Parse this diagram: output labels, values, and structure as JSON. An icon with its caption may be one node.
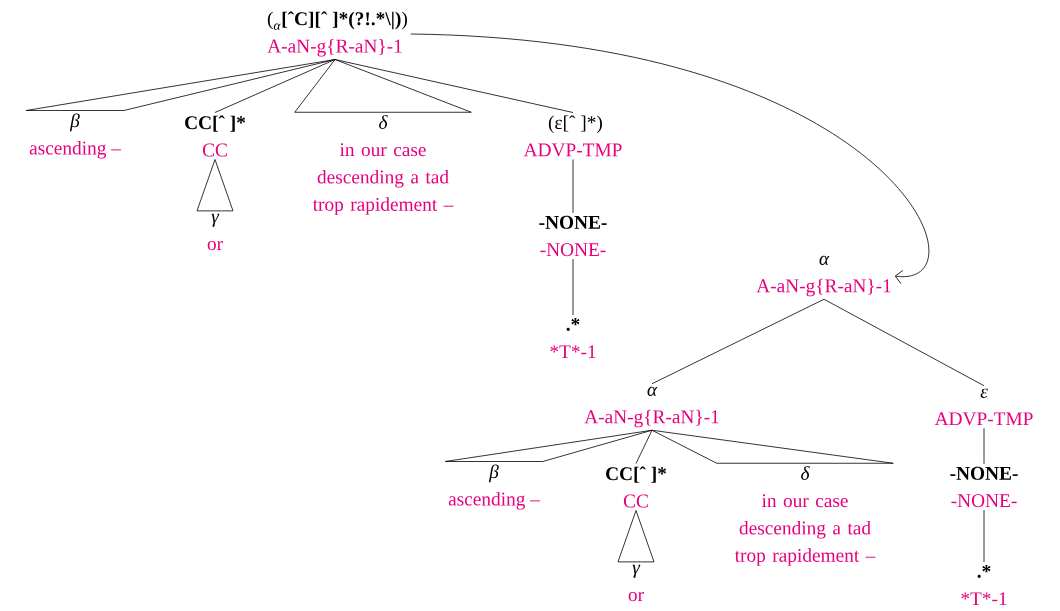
{
  "diagram": {
    "nodes": [
      {
        "text": [
          "\\text{(}_{\\text{\\itshape α}}\\text{\\bfseries [ˆC][ˆ ]*(?!.*\\textbackslash|)}\\text{)}",
          "A-aN-g{R-aN}-1"
        ]
      },
      {
        "text": [
          "β",
          "ascending –"
        ]
      },
      {
        "text": [
          "CC[ˆ ]*",
          "CC"
        ]
      },
      {
        "text": [
          "γ",
          "or"
        ]
      },
      {
        "text": [
          "δ",
          "in our case descending a tad trop rapidement –"
        ]
      },
      {
        "text": [
          "(ε[ˆ ]*)",
          "ADVP-TMP"
        ]
      },
      {
        "text": [
          "-NONE-",
          "-NONE-"
        ]
      },
      {
        "text": [
          ".*",
          "\\text{*T*-1}"
        ]
      },
      {
        "text": [
          "α",
          "A-aN-g{R-aN}-1"
        ]
      },
      {
        "text": [
          "α",
          "A-aN-g{R-aN}-1"
        ]
      },
      {
        "text": [
          "β",
          "ascending –"
        ]
      },
      {
        "text": [
          "CC[ˆ ]*",
          "CC"
        ]
      },
      {
        "text": [
          "γ",
          "or"
        ]
      },
      {
        "text": [
          "δ",
          "in our case descending a tad trop rapidement –"
        ]
      },
      {
        "text": [
          "ε",
          "ADVP-TMP"
        ]
      },
      {
        "text": [
          "-NONE-",
          "-NONE-"
        ]
      },
      {
        "text": [
          ".*",
          "\\text{*T*-1}"
        ]
      }
    ],
    "edges": [
      {
        "from": 0,
        "to": 1,
        "arrow": "none"
      },
      {
        "from": 0,
        "to": 2,
        "arrow": "none"
      },
      {
        "from": 2,
        "to": 3,
        "arrow": "none"
      },
      {
        "from": 0,
        "to": 4,
        "arrow": "none"
      },
      {
        "from": 0,
        "to": 5,
        "arrow": "none"
      },
      {
        "from": 5,
        "to": 6,
        "arrow": "none"
      },
      {
        "from": 6,
        "to": 7,
        "arrow": "none"
      },
      {
        "from": 0,
        "to": 8,
        "arrow": "to"
      },
      {
        "from": 8,
        "to": 9,
        "arrow": "none"
      },
      {
        "from": 8,
        "to": 14,
        "arrow": "none"
      },
      {
        "from": 9,
        "to": 10,
        "arrow": "none"
      },
      {
        "from": 9,
        "to": 11,
        "arrow": "none"
      },
      {
        "from": 11,
        "to": 12,
        "arrow": "none"
      },
      {
        "from": 9,
        "to": 13,
        "arrow": "none"
      },
      {
        "from": 14,
        "to": 15,
        "arrow": "none"
      },
      {
        "from": 15,
        "to": 16,
        "arrow": "none"
      }
    ]
  }
}
